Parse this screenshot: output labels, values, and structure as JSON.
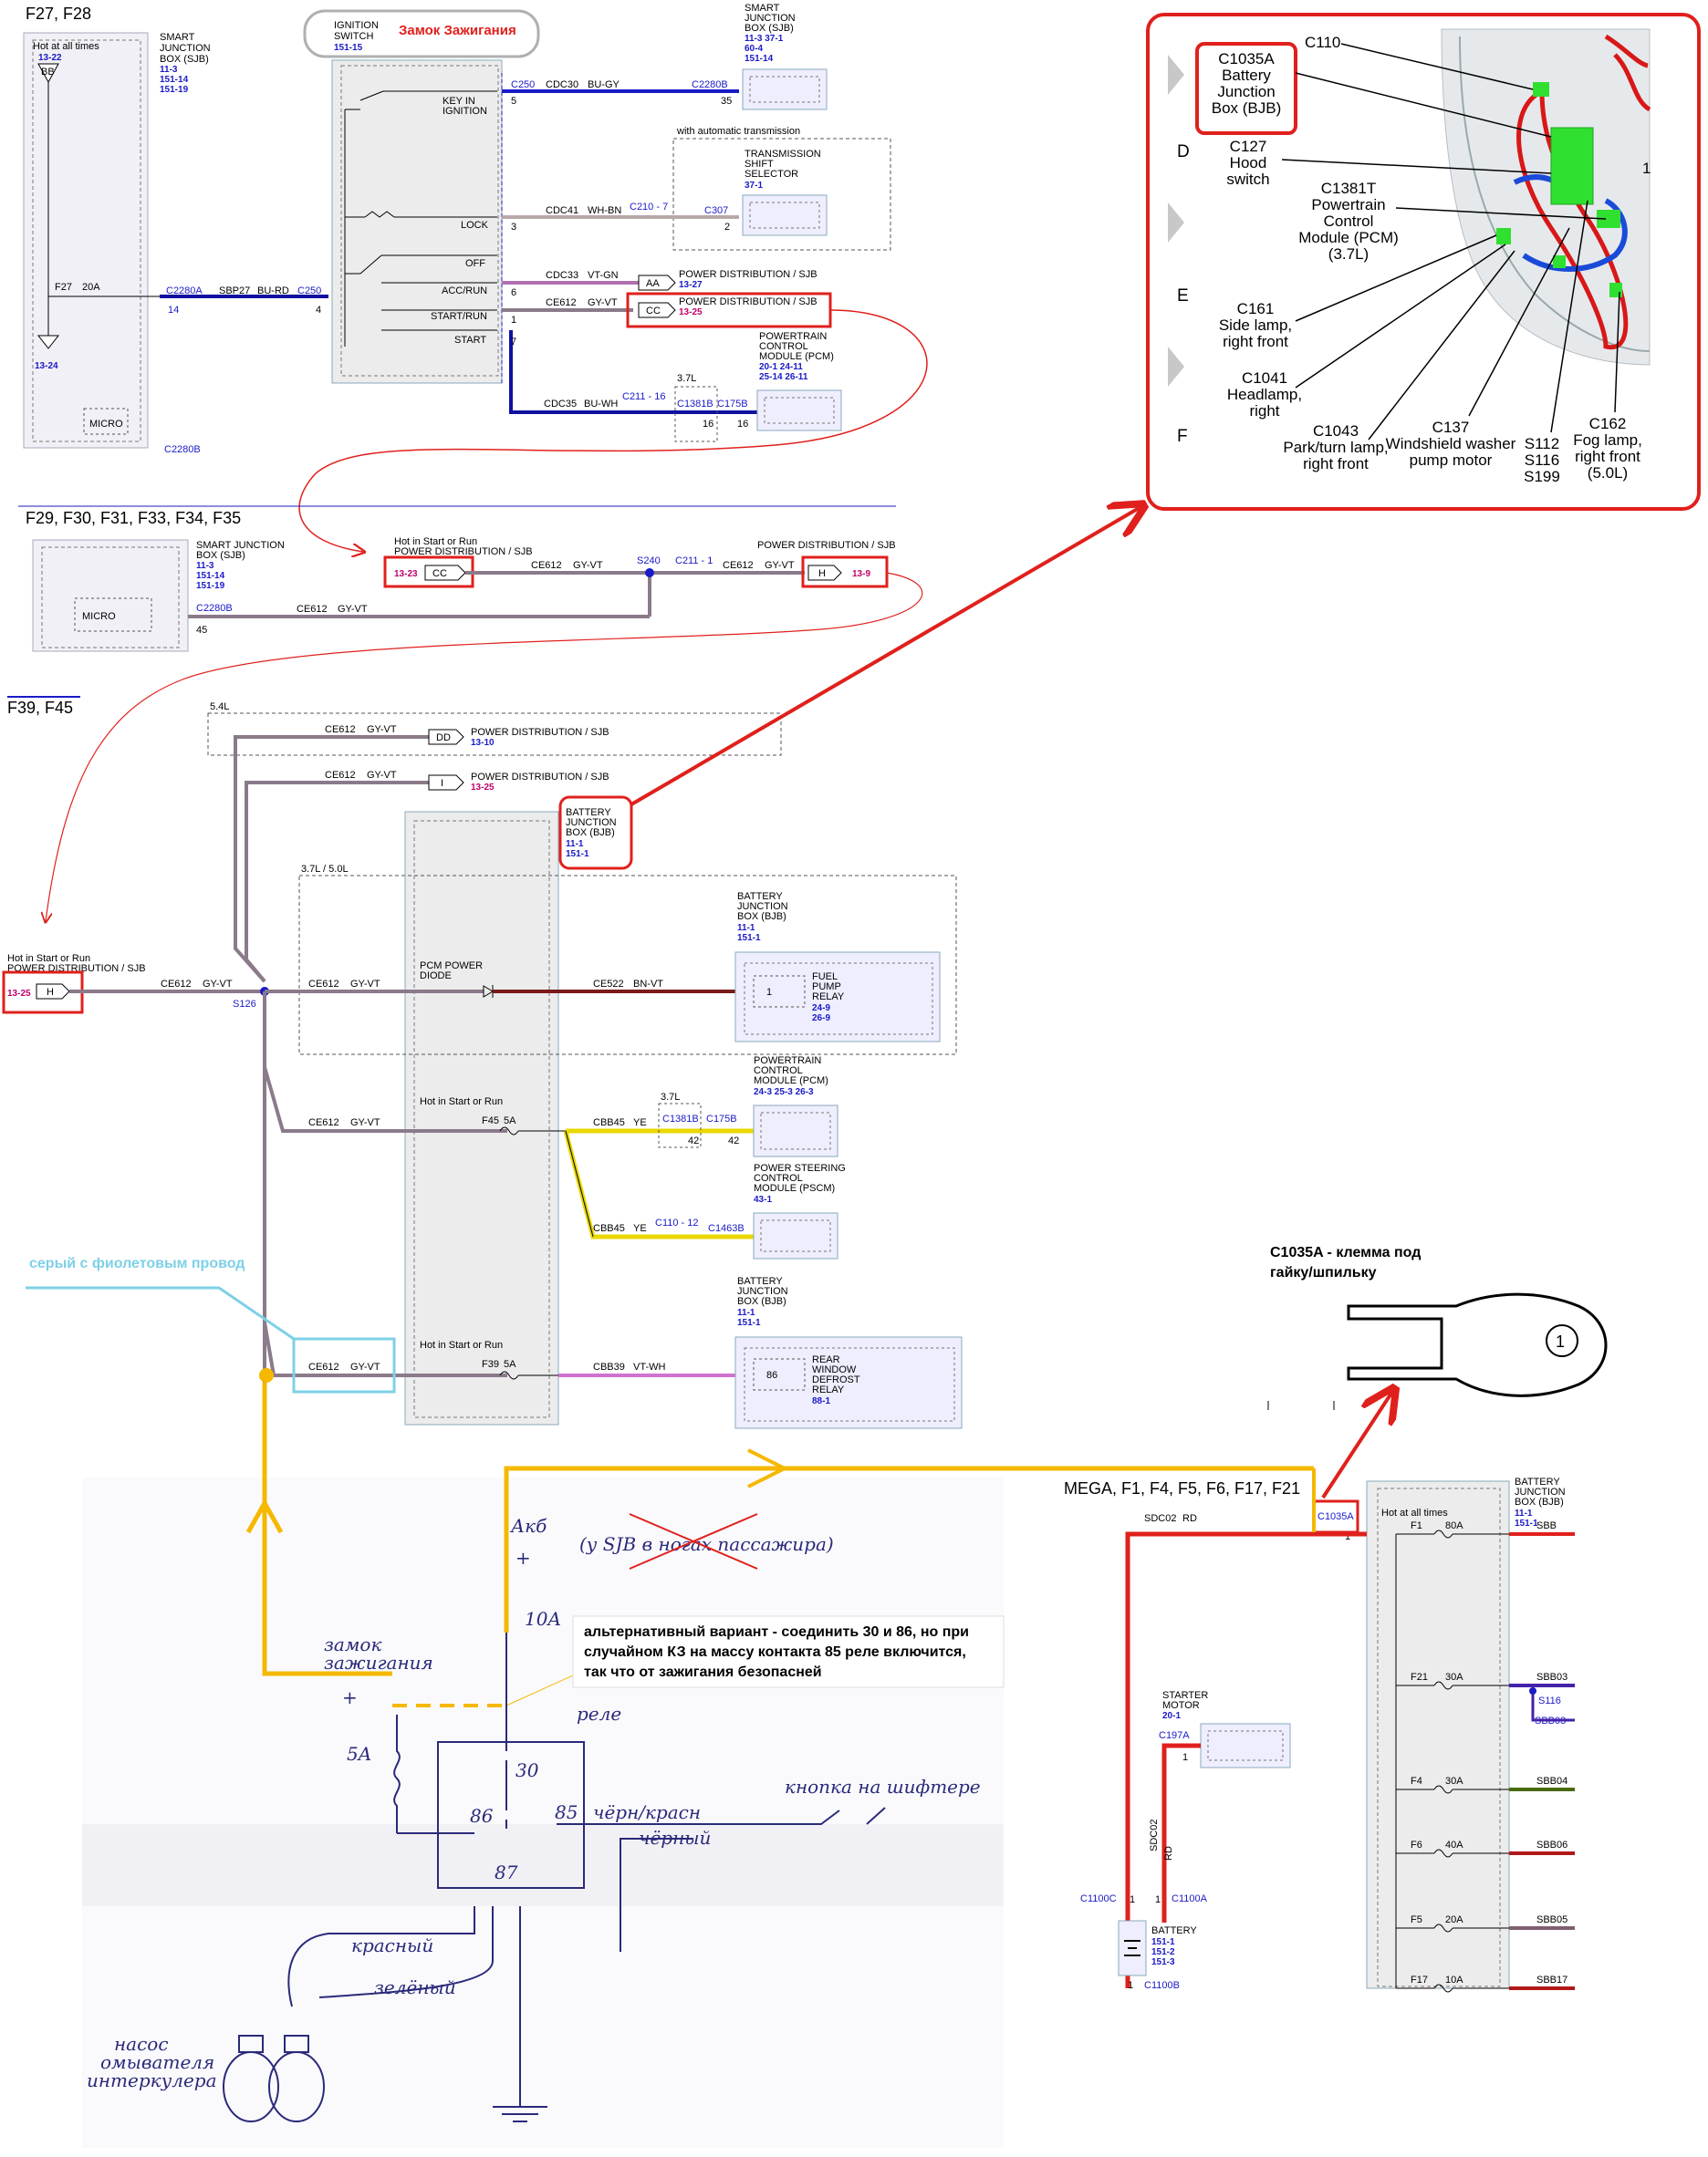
{
  "sections": {
    "s1": "F27, F28",
    "s2": "F29, F30, F31, F33, F34, F35",
    "s3": "F39, F45",
    "s4": "MEGA, F1, F4, F5, F6, F17, F21"
  },
  "top": {
    "hot_all_times": "Hot at all times",
    "bb": "BB",
    "r1322": "13-22",
    "r1324": "13-24",
    "sjb": [
      "SMART",
      "JUNCTION",
      "BOX (SJB)"
    ],
    "sjb_refs": [
      "11-3",
      "151-14",
      "151-19"
    ],
    "f27": "F27",
    "f27_amp": "20A",
    "c2280a": "C2280A",
    "c2280a_pin": "14",
    "sbp27": "SBP27",
    "bu_rd": "BU-RD",
    "c250": "C250",
    "c250_pin_a": "4",
    "c250_pin_b": "5",
    "micro": "MICRO",
    "c2280b_cut": "C2280B",
    "ign_switch": [
      "IGNITION",
      "SWITCH"
    ],
    "ign_ref": "151-15",
    "zamok": "Замок Зажигания",
    "key_in": [
      "KEY IN",
      "IGNITION"
    ],
    "lock": "LOCK",
    "off": "OFF",
    "acc_run": "ACC/RUN",
    "start_run": "START/RUN",
    "start": "START",
    "cdc30": "CDC30",
    "bu_gy": "BU-GY",
    "c2280b": "C2280B",
    "c2280b_pin": "35",
    "sjb2": [
      "SMART",
      "JUNCTION",
      "BOX (SJB)"
    ],
    "sjb2_refs": [
      "11-3   37-1",
      "60-4",
      "151-14"
    ],
    "auto_trans": "with automatic transmission",
    "tss": [
      "TRANSMISSION",
      "SHIFT",
      "SELECTOR"
    ],
    "tss_ref": "37-1",
    "cdc41": "CDC41",
    "wh_bn": "WH-BN",
    "c210_7": "C210  -  7",
    "c307": "C307",
    "c307_pin": "2",
    "pin3": "3",
    "cdc33": "CDC33",
    "vt_gn": "VT-GN",
    "aa": "AA",
    "pd_sjb": "POWER DISTRIBUTION / SJB",
    "r1327": "13-27",
    "pin6": "6",
    "ce612": "CE612",
    "gy_vt": "GY-VT",
    "cc": "CC",
    "r1325": "13-25",
    "pin1": "1",
    "pin7": "7",
    "cdc35": "CDC35",
    "bu_wh": "BU-WH",
    "c211_16": "C211  -  16",
    "v37l": "3.7L",
    "c1381b": "C1381B",
    "c175b": "C175B",
    "pin16": "16",
    "pcm": [
      "POWERTRAIN",
      "CONTROL",
      "MODULE (PCM)"
    ],
    "pcm_refs": [
      "20-1     24-11",
      "25-14   26-11"
    ]
  },
  "mid": {
    "hot_start_run": "Hot in Start or Run",
    "pd_sjb": "POWER DISTRIBUTION / SJB",
    "r1323": "13-23",
    "cc": "CC",
    "ce612": "CE612",
    "gy_vt": "GY-VT",
    "s240": "S240",
    "c211_1": "C211  -  1",
    "h": "H",
    "r139": "13-9",
    "sjb": [
      "SMART JUNCTION",
      "BOX (SJB)"
    ],
    "sjb_refs": [
      "11-3",
      "151-14",
      "151-19"
    ],
    "micro": "MICRO",
    "c2280b": "C2280B",
    "pin45": "45"
  },
  "lower": {
    "v54": "5.4L",
    "dd": "DD",
    "r1310": "13-10",
    "i": "I",
    "r1325": "13-25",
    "pd_sjb": "POWER DISTRIBUTION / SJB",
    "bjb": [
      "BATTERY",
      "JUNCTION",
      "BOX (BJB)"
    ],
    "bjb_refs": [
      "11-1",
      "151-1"
    ],
    "v3750": "3.7L / 5.0L",
    "hot_sr": "Hot in Start or Run",
    "pd_sjb2": "POWER DISTRIBUTION / SJB",
    "r1325h": "13-25",
    "h": "H",
    "ce612": "CE612",
    "gy_vt": "GY-VT",
    "s126": "S126",
    "pcm_diode": [
      "PCM POWER",
      "DIODE"
    ],
    "ce522": "CE522",
    "bn_vt": "BN-VT",
    "fpr": [
      "FUEL",
      "PUMP",
      "RELAY"
    ],
    "fpr_refs": [
      "24-9",
      "26-9"
    ],
    "pin1": "1",
    "f45": "F45",
    "f45_amp": "5A",
    "cbb45": "CBB45",
    "ye": "YE",
    "v37l": "3.7L",
    "c1381b": "C1381B",
    "c175b": "C175B",
    "pin42": "42",
    "pcm": [
      "POWERTRAIN",
      "CONTROL",
      "MODULE (PCM)"
    ],
    "pcm_refs": "24-3   25-3   26-3",
    "c110_12": "C110  -  12",
    "c1463b": "C1463B",
    "pscm": [
      "POWER STEERING",
      "CONTROL",
      "MODULE (PSCM)"
    ],
    "pscm_ref": "43-1",
    "f39": "F39",
    "f39_amp": "5A",
    "cbb39": "CBB39",
    "vt_wh": "VT-WH",
    "pin86": "86",
    "rwd": [
      "REAR",
      "WINDOW",
      "DEFROST",
      "RELAY"
    ],
    "rwd_ref": "88-1",
    "grey_violet": "серый с фиолетовым провод"
  },
  "photo": {
    "items": [
      [
        "C1035A",
        "Battery",
        "Junction",
        "Box (BJB)"
      ],
      [
        "C110"
      ],
      [
        "C127",
        "Hood",
        "switch"
      ],
      [
        "C1381T",
        "Powertrain",
        "Control",
        "Module (PCM)",
        "(3.7L)"
      ],
      [
        "C161",
        "Side lamp,",
        "right front"
      ],
      [
        "C1041",
        "Headlamp,",
        "right"
      ],
      [
        "C1043",
        "Park/turn lamp,",
        "right front"
      ],
      [
        "C137",
        "Windshield washer",
        "pump motor"
      ],
      [
        "S112",
        "S116",
        "S199"
      ],
      [
        "C162",
        "Fog lamp,",
        "right front",
        "(5.0L)"
      ]
    ],
    "rows": [
      "D",
      "E",
      "F"
    ],
    "edge": "1"
  },
  "terminal": {
    "title": [
      "C1035A - клемма под",
      "гайку/шпильку"
    ],
    "num": "1"
  },
  "mega": {
    "hot": "Hot at all times",
    "c1035a": "C1035A",
    "pin1": "1",
    "sdc02": "SDC02",
    "rd": "RD",
    "bjb": [
      "BATTERY",
      "JUNCTION",
      "BOX (BJB)"
    ],
    "bjb_refs": [
      "11-1",
      "151-1"
    ],
    "fuses": [
      {
        "name": "F1",
        "amp": "80A",
        "wire": "SBB"
      },
      {
        "name": "F21",
        "amp": "30A",
        "wire": "SBB03"
      },
      {
        "name": "F4",
        "amp": "30A",
        "wire": "SBB04"
      },
      {
        "name": "F6",
        "amp": "40A",
        "wire": "SBB06"
      },
      {
        "name": "F5",
        "amp": "20A",
        "wire": "SBB05"
      },
      {
        "name": "F17",
        "amp": "10A",
        "wire": "SBB17"
      }
    ],
    "s116": "S116",
    "sbb03b": "SBB03",
    "starter": [
      "STARTER",
      "MOTOR"
    ],
    "starter_ref": "20-1",
    "c197a": "C197A",
    "c1100c": "C1100C",
    "c1100a": "C1100A",
    "c1100b": "C1100B",
    "battery": "BATTERY",
    "battery_refs": [
      "151-1",
      "151-2",
      "151-3"
    ]
  },
  "sketch": {
    "akb": "Акб",
    "plus": "+",
    "sjb_note": "(у SJB в ногах пассажира)",
    "fuse10": "10A",
    "zamok": [
      "замок",
      "зажигания"
    ],
    "fuse5": "5A",
    "rele": "реле",
    "p30": "30",
    "p86": "86",
    "p85": "85",
    "p87": "87",
    "button": "кнопка на шифтере",
    "wire1": "чёрн/красн",
    "wire2": "чёрный",
    "red": "красный",
    "green": "зелёный",
    "pump": [
      "насос",
      "омывателя",
      "интеркулера"
    ],
    "alt_note": [
      "альтернативный вариант - соединить 30 и 86, но при",
      "случайном КЗ на массу контакта 85 реле включится,",
      "так что от зажигания безопасней"
    ]
  }
}
